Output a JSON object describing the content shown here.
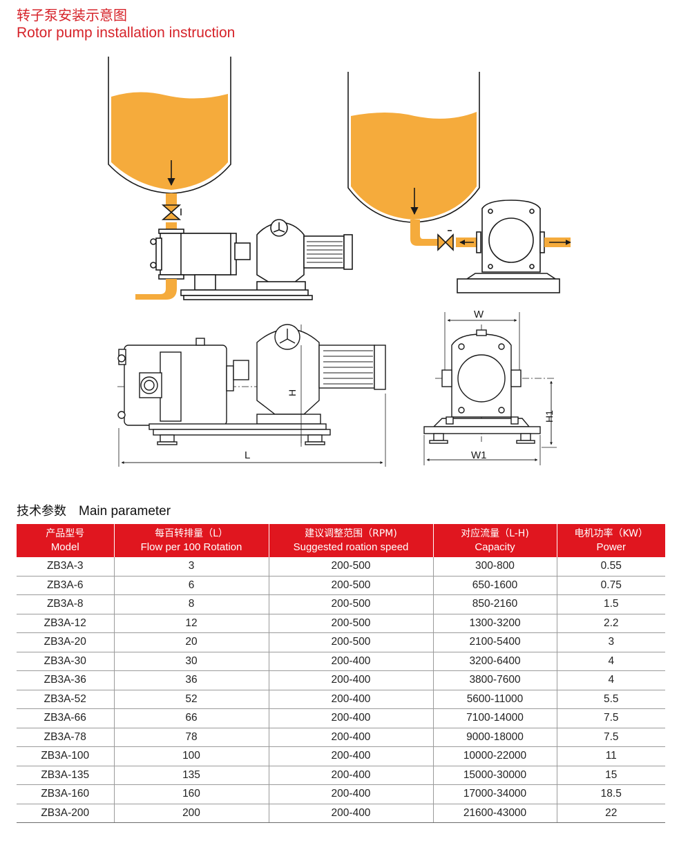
{
  "title": {
    "cn": "转子泵安装示意图",
    "en": "Rotor pump installation instruction"
  },
  "diagram": {
    "labels": {
      "W": "W",
      "H": "H",
      "H1": "H1",
      "L": "L",
      "W1": "W1"
    },
    "colors": {
      "liquid": "#f5ab3c",
      "line": "#1a1a1a",
      "pipe": "#f5ab3c"
    }
  },
  "section": {
    "cn": "技术参数",
    "en": "Main parameter"
  },
  "table": {
    "header_color": "#e0161f",
    "headers": [
      {
        "cn": "产品型号",
        "en": "Model"
      },
      {
        "cn": "每百转排量（L）",
        "en": "Flow per 100 Rotation"
      },
      {
        "cn": "建议调整范围（RPM)",
        "en": "Suggested roation speed"
      },
      {
        "cn": "对应流量（L-H)",
        "en": "Capacity"
      },
      {
        "cn": "电机功率（KW）",
        "en": "Power"
      }
    ],
    "rows": [
      [
        "ZB3A-3",
        "3",
        "200-500",
        "300-800",
        "0.55"
      ],
      [
        "ZB3A-6",
        "6",
        "200-500",
        "650-1600",
        "0.75"
      ],
      [
        "ZB3A-8",
        "8",
        "200-500",
        "850-2160",
        "1.5"
      ],
      [
        "ZB3A-12",
        "12",
        "200-500",
        "1300-3200",
        "2.2"
      ],
      [
        "ZB3A-20",
        "20",
        "200-500",
        "2100-5400",
        "3"
      ],
      [
        "ZB3A-30",
        "30",
        "200-400",
        "3200-6400",
        "4"
      ],
      [
        "ZB3A-36",
        "36",
        "200-400",
        "3800-7600",
        "4"
      ],
      [
        "ZB3A-52",
        "52",
        "200-400",
        "5600-11000",
        "5.5"
      ],
      [
        "ZB3A-66",
        "66",
        "200-400",
        "7100-14000",
        "7.5"
      ],
      [
        "ZB3A-78",
        "78",
        "200-400",
        "9000-18000",
        "7.5"
      ],
      [
        "ZB3A-100",
        "100",
        "200-400",
        "10000-22000",
        "11"
      ],
      [
        "ZB3A-135",
        "135",
        "200-400",
        "15000-30000",
        "15"
      ],
      [
        "ZB3A-160",
        "160",
        "200-400",
        "17000-34000",
        "18.5"
      ],
      [
        "ZB3A-200",
        "200",
        "200-400",
        "21600-43000",
        "22"
      ]
    ]
  }
}
